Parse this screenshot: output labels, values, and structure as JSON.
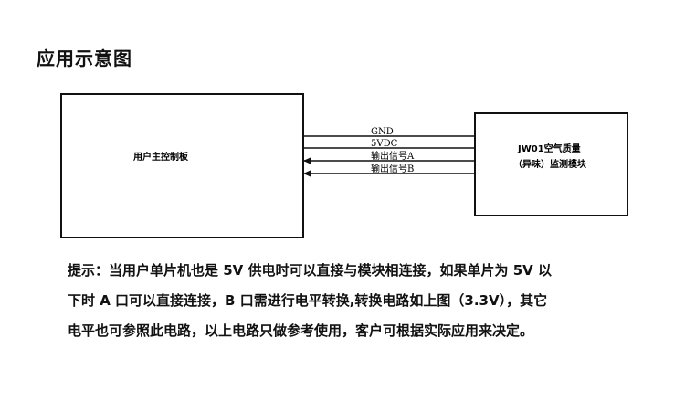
{
  "page": {
    "title": "应用示意图"
  },
  "diagram": {
    "left_box_label": "用户主控制板",
    "right_box_label_line1": "JW01空气质量",
    "right_box_label_line2": "（异味）监测模块",
    "signals": [
      {
        "label": "GND",
        "direction": "none"
      },
      {
        "label": "5VDC",
        "direction": "none"
      },
      {
        "label": "输出信号A",
        "direction": "to-left"
      },
      {
        "label": "输出信号B",
        "direction": "to-left"
      }
    ]
  },
  "note": {
    "line1": "提示：当用户单片机也是 5V 供电时可以直接与模块相连接，如果单片为 5V 以",
    "line2": "下时 A 口可以直接连接，B 口需进行电平转换,转换电路如上图（3.3V），其它",
    "line3": "电平也可参照此电路，以上电路只做参考使用，客户可根据实际应用来决定。"
  }
}
